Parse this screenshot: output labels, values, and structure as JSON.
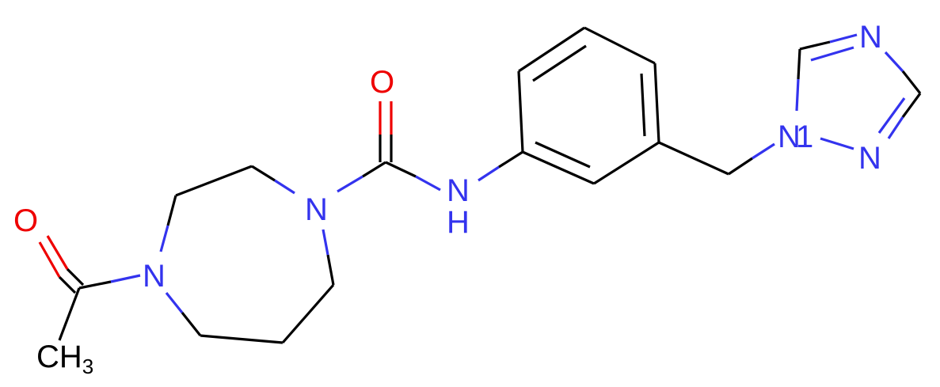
{
  "molecule": {
    "atoms": {
      "o_amide": {
        "text": "O",
        "element": "O"
      },
      "nh": {
        "text": "N",
        "element": "N"
      },
      "nh_h": {
        "text": "H",
        "element": "N"
      },
      "n_ring1": {
        "text": "N",
        "element": "N"
      },
      "n_ring4": {
        "text": "N",
        "element": "N"
      },
      "o_acetyl": {
        "text": "O",
        "element": "O"
      },
      "ch3_c": {
        "text": "CH",
        "element": "C"
      },
      "ch3_sub": {
        "text": "3",
        "element": "C"
      },
      "n_tri1": {
        "text": "N",
        "element": "N"
      },
      "n_tri1_loc": {
        "text": "1",
        "element": "N"
      },
      "n_tri2": {
        "text": "N",
        "element": "N"
      },
      "n_tri4": {
        "text": "N",
        "element": "N"
      }
    },
    "colors": {
      "carbon": "#000000",
      "nitrogen": "#3333ee",
      "oxygen": "#ee0000",
      "background": "#ffffff"
    }
  }
}
